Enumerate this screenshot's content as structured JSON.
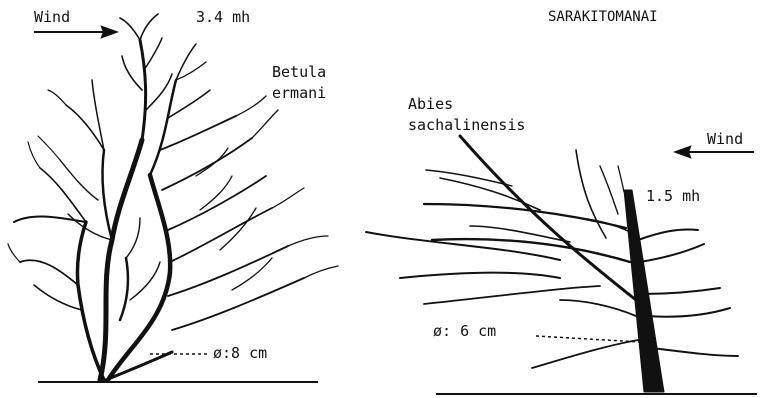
{
  "title": "SARAKITOMANAI",
  "left_tree": {
    "species_line1": "Betula",
    "species_line2": "ermani",
    "height": "3.4 mh",
    "diameter": "ø:8 cm",
    "wind_label": "Wind"
  },
  "right_tree": {
    "species_line1": "Abies",
    "species_line2": "sachalinensis",
    "height": "1.5 mh",
    "diameter": "ø: 6 cm",
    "wind_label": "Wind"
  },
  "colors": {
    "ink": "#111111",
    "paper": "#ffffff"
  }
}
